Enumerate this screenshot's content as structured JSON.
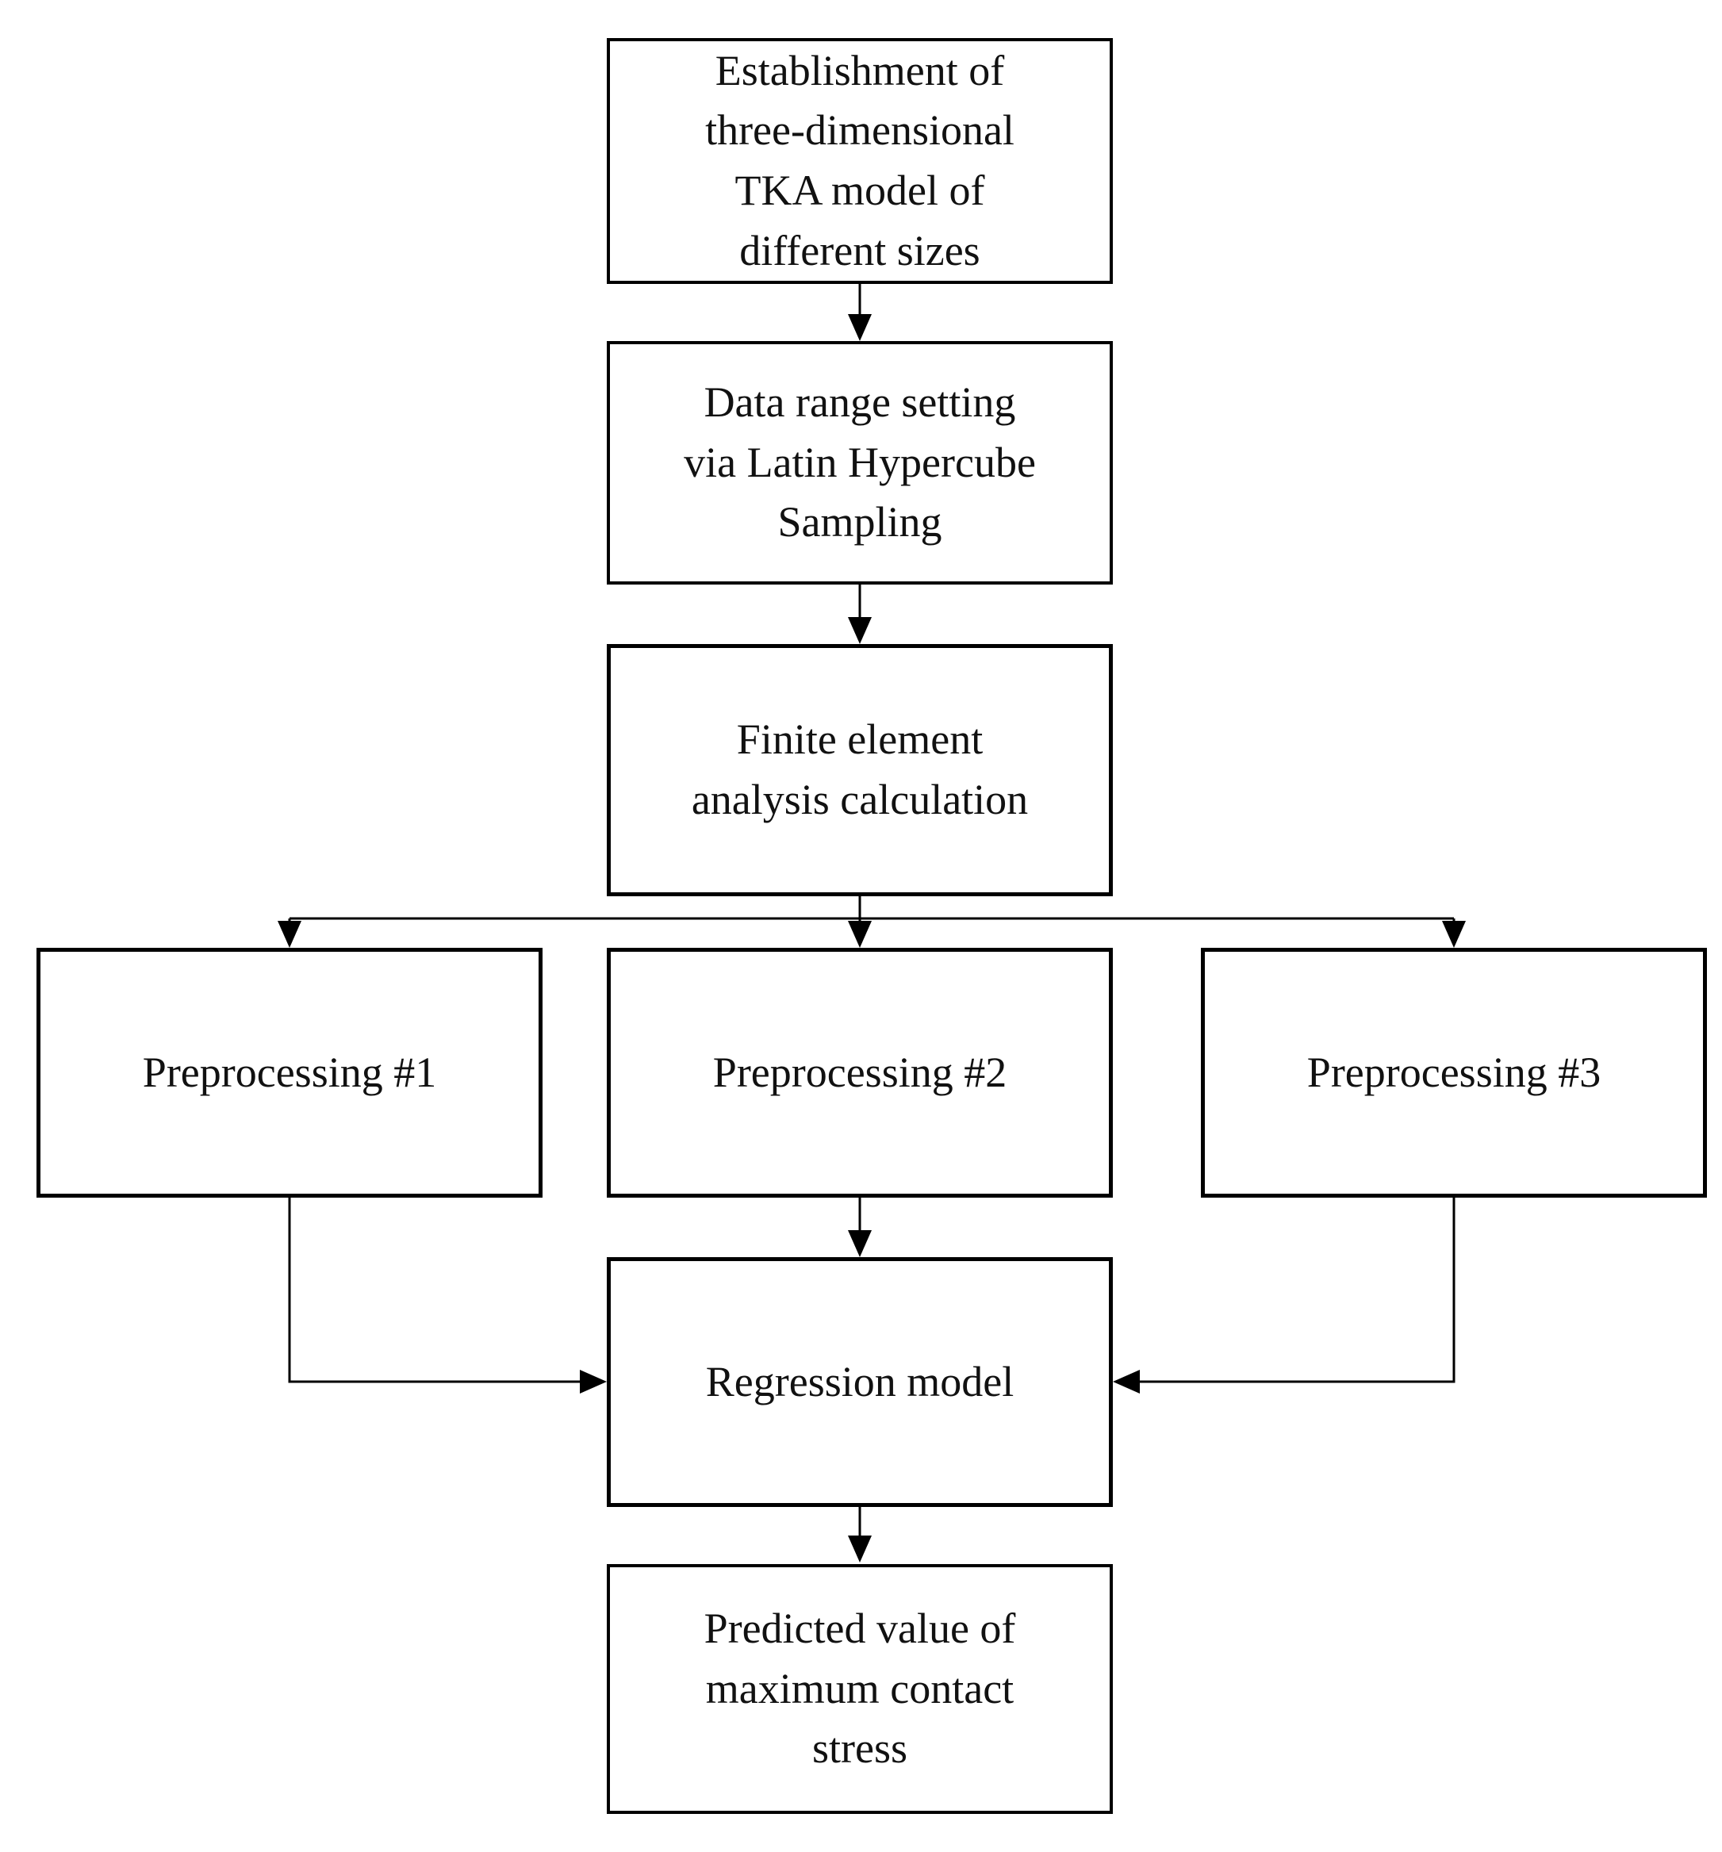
{
  "figure": {
    "type": "flowchart",
    "background_color": "#ffffff",
    "box_border_color": "#000000",
    "box_fill_color": "#ffffff",
    "text_color": "#111111",
    "arrow_color": "#000000"
  },
  "nodes": [
    {
      "id": "establishment",
      "label": "Establishment of\nthree-dimensional\nTKA model of\ndifferent sizes"
    },
    {
      "id": "data-range",
      "label": "Data range setting\nvia Latin Hypercube\nSampling"
    },
    {
      "id": "fea",
      "label": "Finite element\nanalysis calculation"
    },
    {
      "id": "preprocessing-1",
      "label": "Preprocessing #1"
    },
    {
      "id": "preprocessing-2",
      "label": "Preprocessing #2"
    },
    {
      "id": "preprocessing-3",
      "label": "Preprocessing #3"
    },
    {
      "id": "regression",
      "label": "Regression model"
    },
    {
      "id": "predicted",
      "label": "Predicted value of\nmaximum contact\nstress"
    }
  ],
  "edges": [
    {
      "from": "establishment",
      "to": "data-range"
    },
    {
      "from": "data-range",
      "to": "fea"
    },
    {
      "from": "fea",
      "to": "preprocessing-1"
    },
    {
      "from": "fea",
      "to": "preprocessing-2"
    },
    {
      "from": "fea",
      "to": "preprocessing-3"
    },
    {
      "from": "preprocessing-1",
      "to": "regression"
    },
    {
      "from": "preprocessing-2",
      "to": "regression"
    },
    {
      "from": "preprocessing-3",
      "to": "regression"
    },
    {
      "from": "regression",
      "to": "predicted"
    }
  ]
}
